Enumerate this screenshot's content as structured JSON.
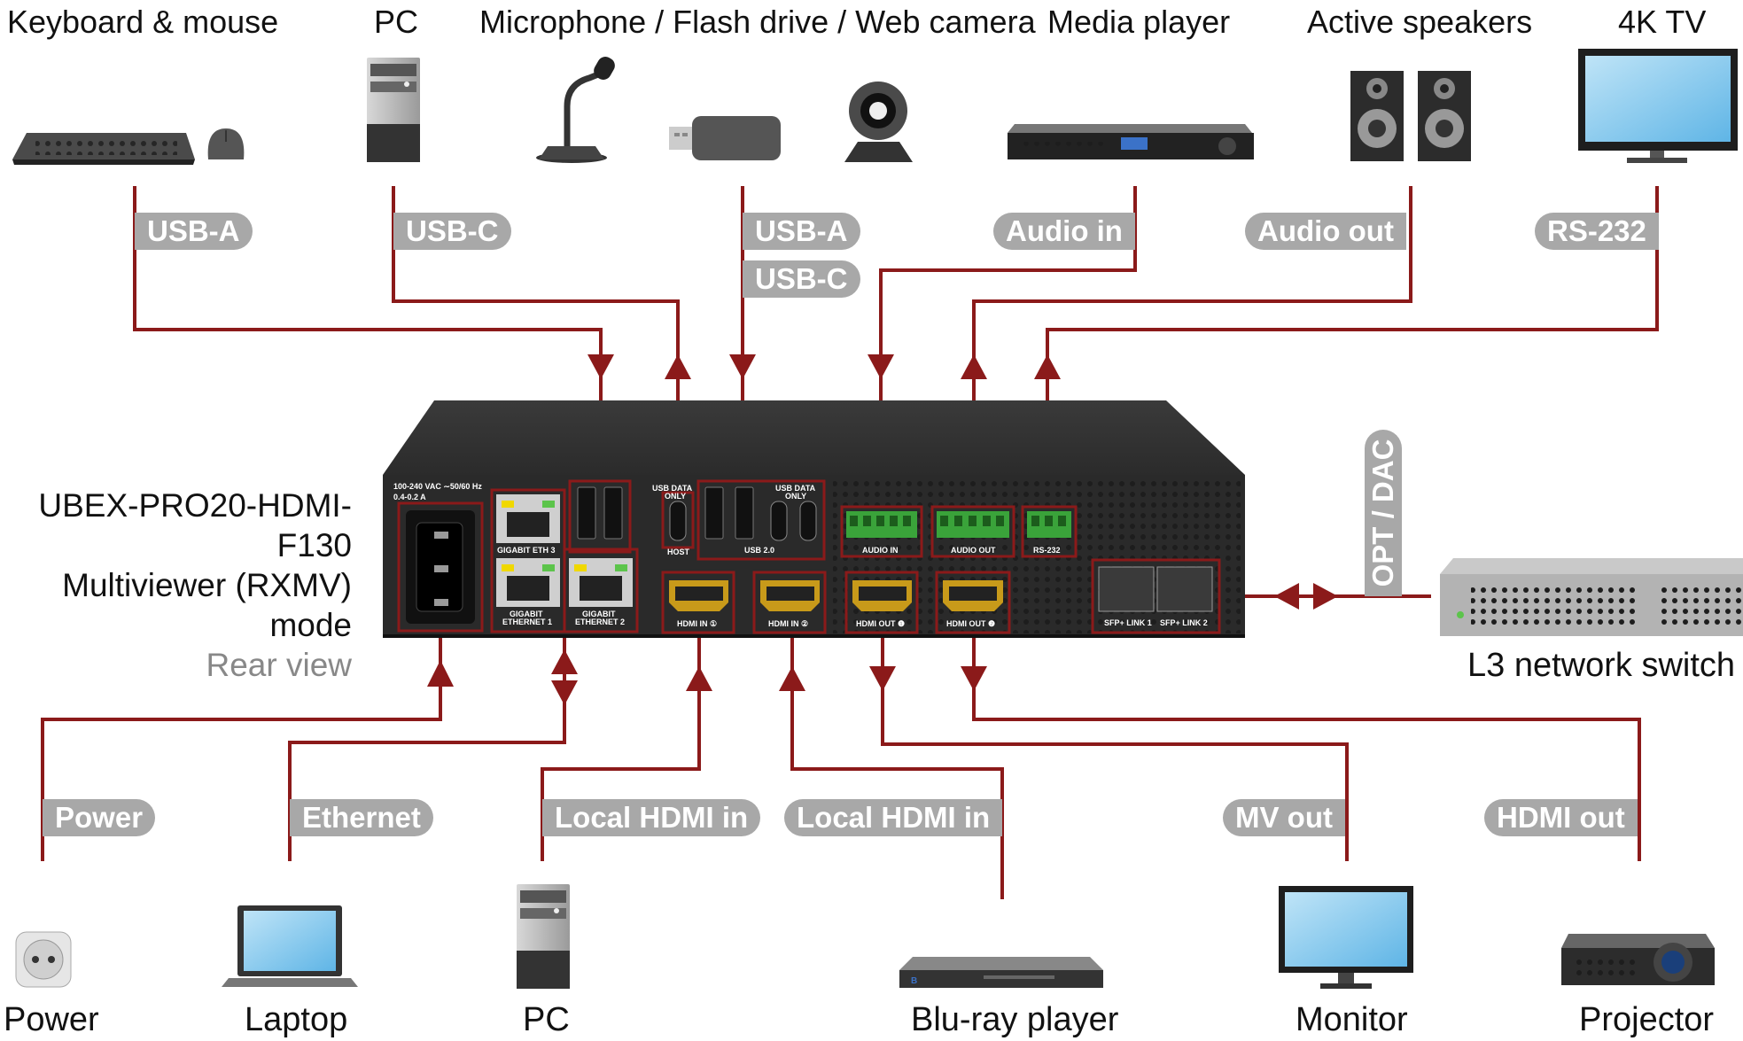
{
  "title": {
    "model": "UBEX-PRO20-HDMI-F130",
    "mode": "Multiviewer (RXMV) mode",
    "view": "Rear view"
  },
  "top_devices": [
    {
      "name": "Keyboard & mouse"
    },
    {
      "name": "PC"
    },
    {
      "name": "Microphone / Flash drive / Web camera"
    },
    {
      "name": "Media player"
    },
    {
      "name": "Active speakers"
    },
    {
      "name": "4K TV"
    }
  ],
  "top_links": {
    "usb_a_1": "USB-A",
    "usb_c_1": "USB-C",
    "usb_a_2": "USB-A",
    "usb_c_2": "USB-C",
    "audio_in": "Audio in",
    "audio_out": "Audio out",
    "rs232": "RS-232"
  },
  "side": {
    "opt_dac": "OPT / DAC",
    "switch": "L3 network switch"
  },
  "bottom_links": {
    "power": "Power",
    "ethernet": "Ethernet",
    "hdmi_in_1": "Local HDMI in",
    "hdmi_in_2": "Local HDMI in",
    "mv_out": "MV out",
    "hdmi_out": "HDMI out"
  },
  "bottom_devices": [
    {
      "name": "Power"
    },
    {
      "name": "Laptop"
    },
    {
      "name": "PC"
    },
    {
      "name": "Blu-ray player"
    },
    {
      "name": "Monitor"
    },
    {
      "name": "Projector"
    }
  ],
  "panel": {
    "power_rating": "100-240 VAC ∼50/60 Hz",
    "current": "0.4-0.2 A",
    "eth3": "GIGABIT ETH 3",
    "eth1_a": "GIGABIT",
    "eth1_b": "ETHERNET 1",
    "eth2_a": "GIGABIT",
    "eth2_b": "ETHERNET 2",
    "usb_host_top": "USB DATA",
    "usb_host_top2": "ONLY",
    "host": "HOST",
    "usb_data_only_a": "USB DATA",
    "usb_data_only_b": "ONLY",
    "usb20": "USB 2.0",
    "audio_in": "AUDIO IN",
    "audio_out": "AUDIO OUT",
    "rs232": "RS-232",
    "hdmi_in_1": "HDMI IN ①",
    "hdmi_in_2": "HDMI IN ②",
    "hdmi_out_1": "HDMI OUT ❶",
    "hdmi_out_2": "HDMI OUT ❷",
    "sfp1": "SFP+ LINK 1",
    "sfp2": "SFP+ LINK 2"
  },
  "colors": {
    "line": "#8b1a1a",
    "pill": "#a8a8a8",
    "chassis": "#2a2a2a",
    "terminal": "#3aa33a"
  }
}
